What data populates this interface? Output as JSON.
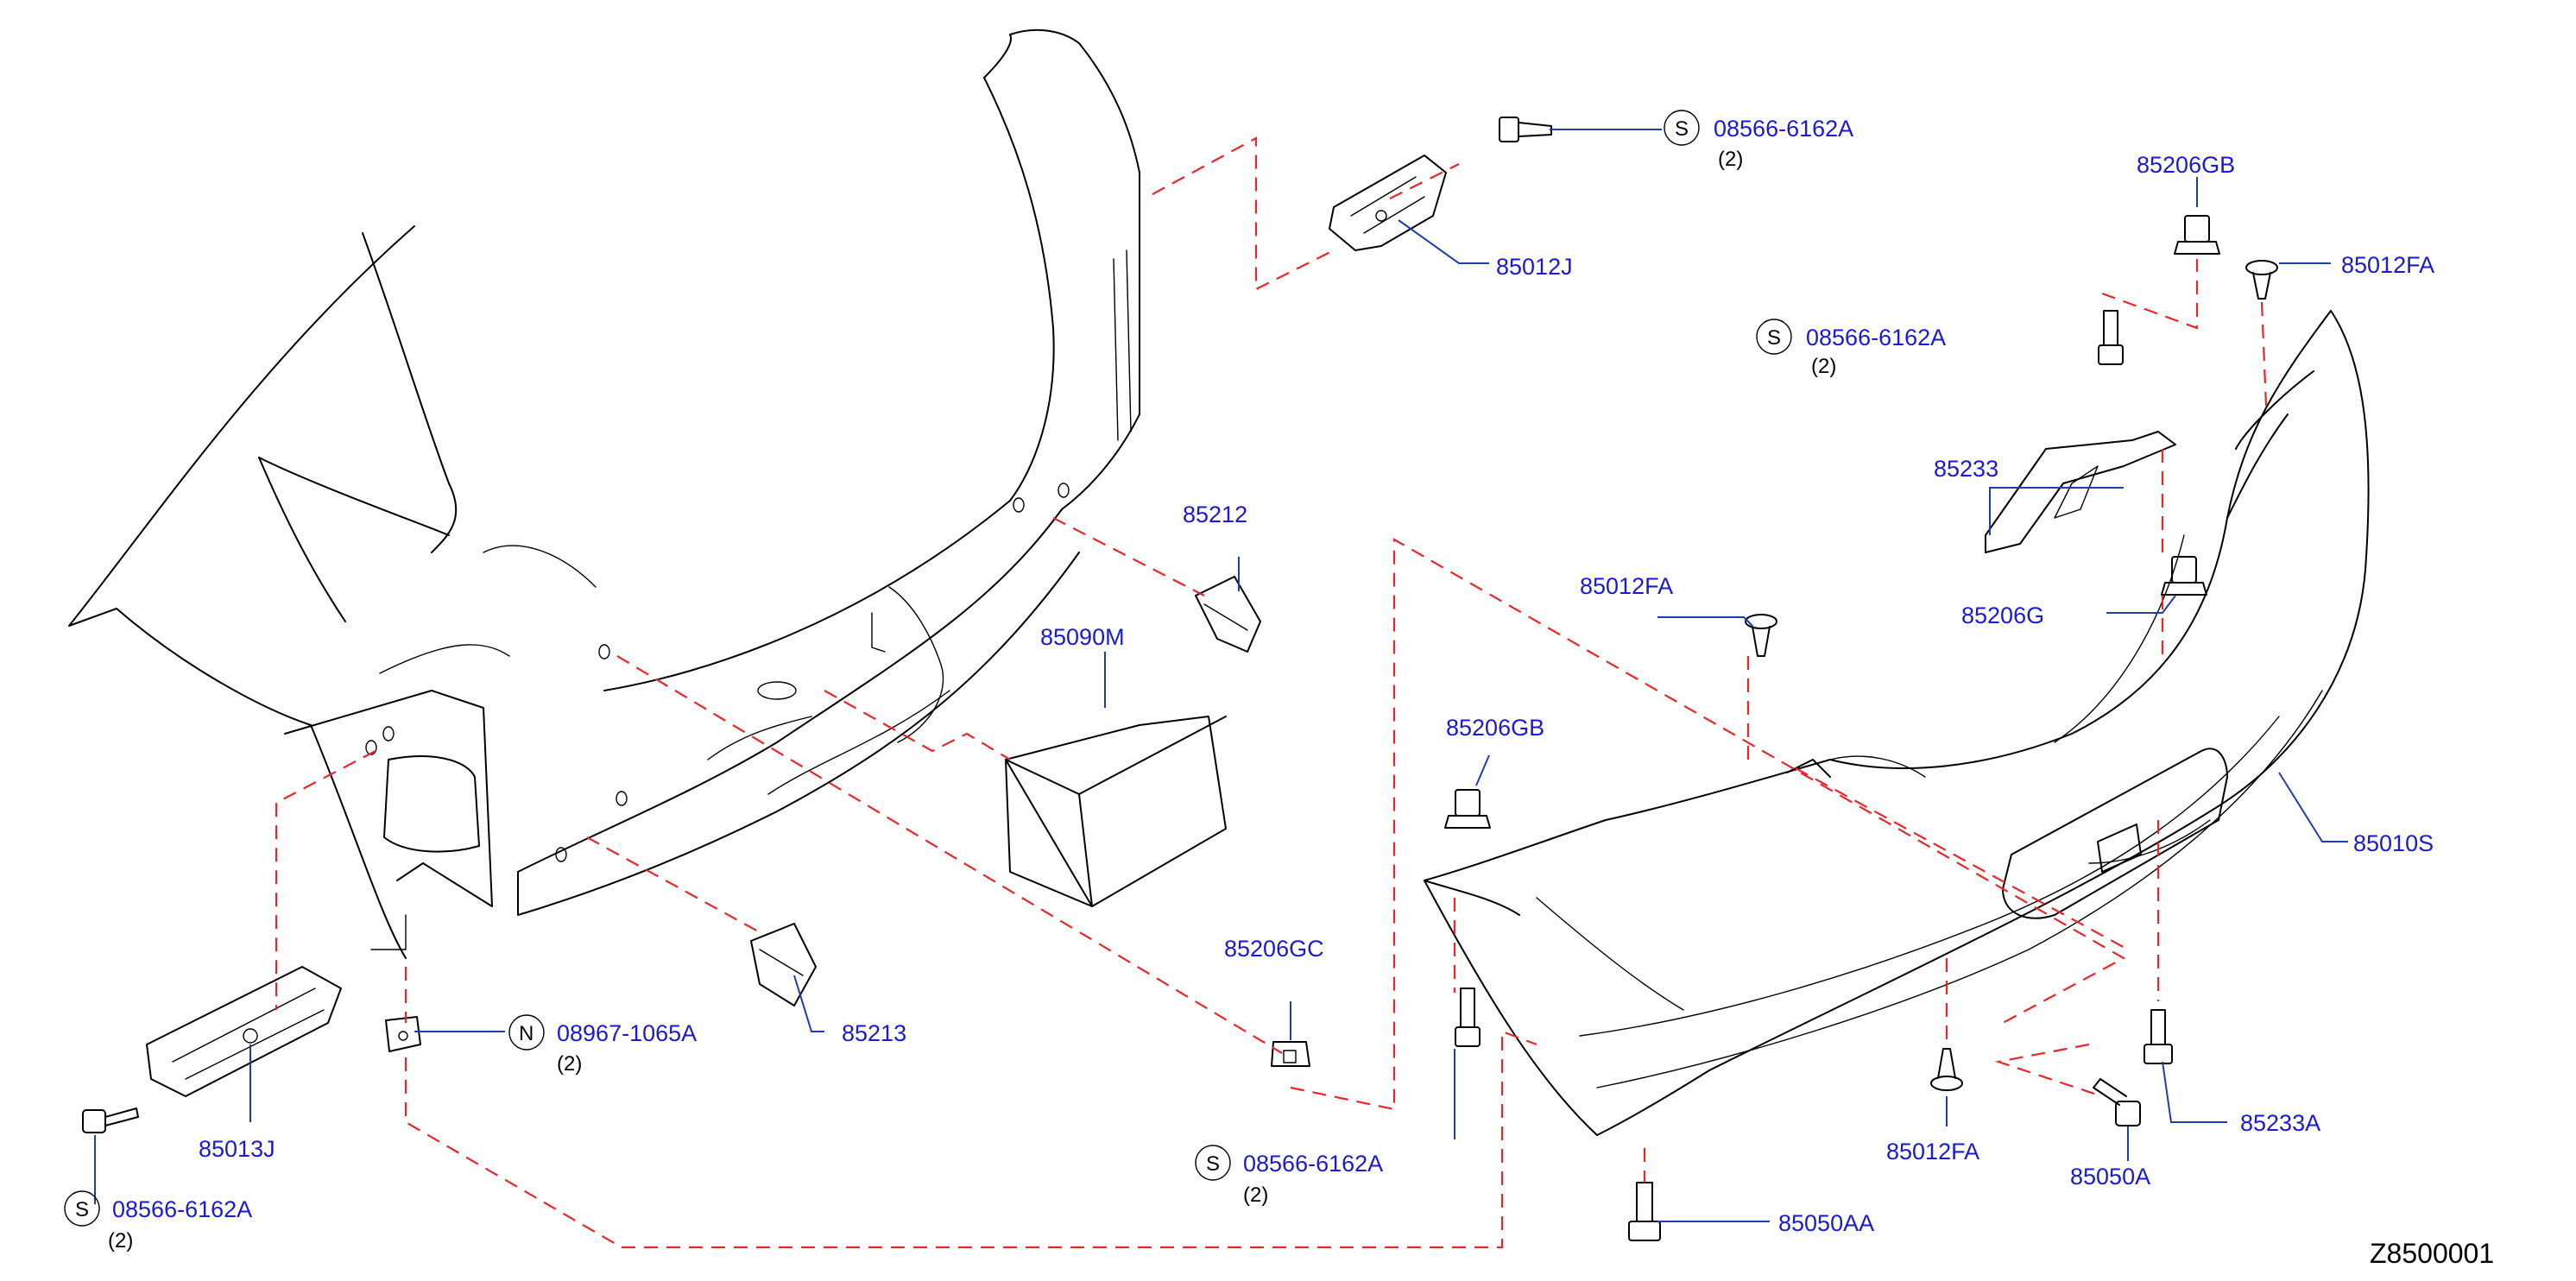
{
  "diagram_id": "Z8500001",
  "symbol_s": "S",
  "symbol_n": "N",
  "parts": [
    {
      "part": "08566-6162A",
      "qty": "(2)"
    },
    {
      "part": "85012J"
    },
    {
      "part": "85206GB"
    },
    {
      "part": "85012FA"
    },
    {
      "part": "08566-6162A",
      "qty": "(2)"
    },
    {
      "part": "85233"
    },
    {
      "part": "85206G"
    },
    {
      "part": "85212"
    },
    {
      "part": "85090M"
    },
    {
      "part": "85012FA"
    },
    {
      "part": "85206GB"
    },
    {
      "part": "85010S"
    },
    {
      "part": "85206GC"
    },
    {
      "part": "08967-1065A",
      "qty": "(2)"
    },
    {
      "part": "85213"
    },
    {
      "part": "85013J"
    },
    {
      "part": "08566-6162A",
      "qty": "(2)"
    },
    {
      "part": "08566-6162A",
      "qty": "(2)"
    },
    {
      "part": "85012FA"
    },
    {
      "part": "85233A"
    },
    {
      "part": "85050A"
    },
    {
      "part": "85050AA"
    }
  ]
}
